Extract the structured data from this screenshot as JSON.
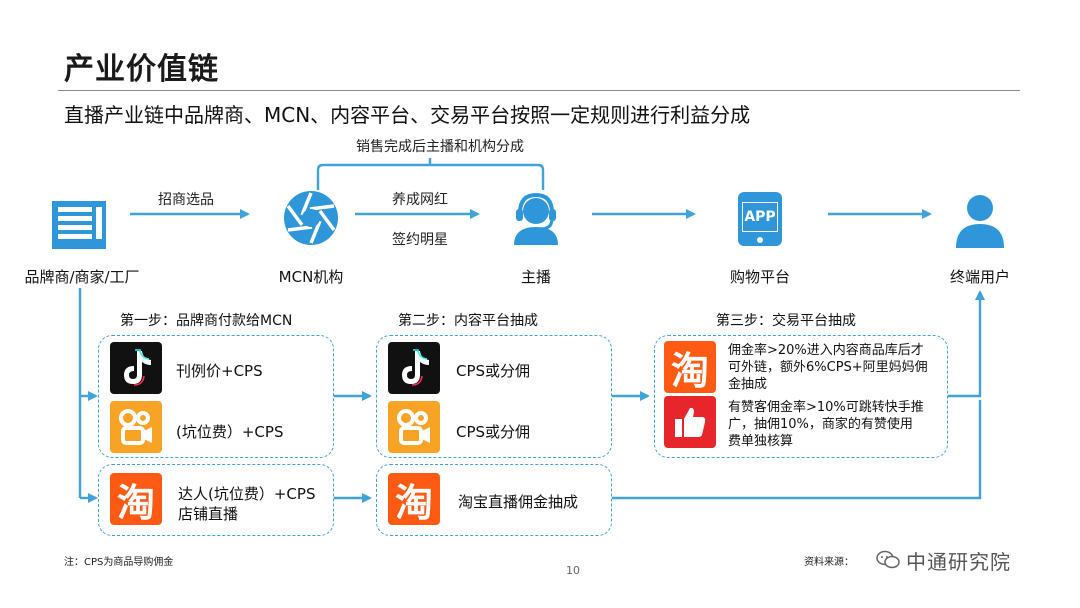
{
  "title": "产业价值链",
  "subtitle": "直播产业链中品牌商、MCN、内容平台、交易平台按照一定规则进行利益分成",
  "flow": {
    "split_label": "销售完成后主播和机构分成",
    "edge_brand_mcn": "招商选品",
    "edge_mcn_anchor_1": "养成网红",
    "edge_mcn_anchor_2": "签约明星",
    "nodes": {
      "brand": "品牌商/商家/工厂",
      "mcn": "MCN机构",
      "anchor": "主播",
      "platform": "购物平台",
      "user": "终端用户"
    },
    "platform_icon_text": "APP"
  },
  "steps": {
    "step1": {
      "title": "第一步：品牌商付款给MCN",
      "rows": [
        "刊例价+CPS",
        "(坑位费）+CPS"
      ],
      "bottom": [
        "达人(坑位费）+CPS",
        "店铺直播"
      ]
    },
    "step2": {
      "title": "第二步：内容平台抽成",
      "rows": [
        "CPS或分佣",
        "CPS或分佣"
      ],
      "bottom": "淘宝直播佣金抽成"
    },
    "step3": {
      "title": "第三步：交易平台抽成",
      "taobao_text": [
        "佣金率>20%进入内容商品库后才",
        "可外链，额外6%CPS+阿里妈妈佣",
        "金抽成"
      ],
      "kuaishou_text": [
        "有赞客佣金率>10%可跳转快手推",
        "广，抽佣10%，商家的有赞使用",
        "费单独核算"
      ]
    }
  },
  "icons": {
    "taobao_glyph": "淘",
    "brand": "warehouse-icon",
    "mcn": "aperture-icon",
    "anchor": "headset-person-icon",
    "platform": "app-phone-icon",
    "user": "user-icon"
  },
  "footer": {
    "note": "注：CPS为商品导购佣金",
    "page": "10",
    "source": "资料来源：",
    "watermark": "中通研究院"
  },
  "colors": {
    "accent": "#3fa3d8",
    "taobao": "#ff5a13",
    "kuaishou": "#f7a325",
    "red": "#e7262b"
  }
}
